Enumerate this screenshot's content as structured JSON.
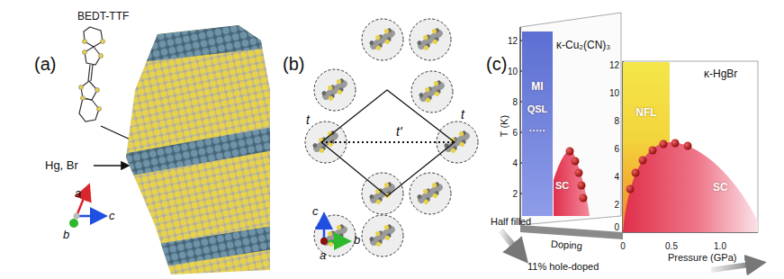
{
  "diagram": {
    "nodes": [
      {
        "text": [
          "MI",
          "QSL",
          "·····"
        ]
      },
      {
        "text": [
          "SC"
        ]
      },
      {
        "text": [
          "NFL"
        ]
      },
      {
        "text": [
          "SC"
        ]
      }
    ],
    "labels": [
      "(a)",
      "BEDT-TTF",
      "Hg, Br",
      "a",
      "b",
      "c",
      "(b)",
      "t",
      "t",
      "t'",
      "c",
      "a",
      "b",
      "(c)",
      "κ-Cu₂(CN)₃",
      "κ-HgBr",
      "T (K)",
      "12",
      "10",
      "8",
      "6",
      "4",
      "2",
      "12",
      "10",
      "8",
      "6",
      "4",
      "2",
      "0",
      "0",
      "0.5",
      "1.0",
      "Pressure (GPa)",
      "Half filled",
      "Doping",
      "11% hole-doped"
    ]
  }
}
